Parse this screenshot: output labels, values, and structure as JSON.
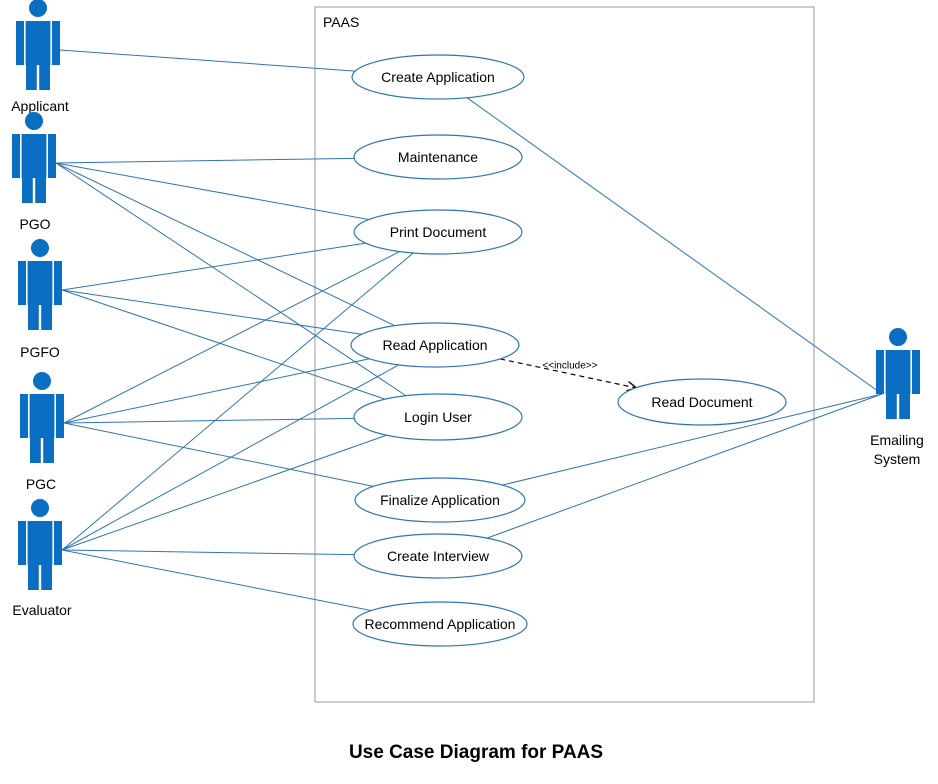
{
  "system": {
    "name": "PAAS"
  },
  "caption": "Use Case Diagram for PAAS",
  "include_label": "<<include>>",
  "actors": [
    {
      "id": "applicant",
      "label": "Applicant",
      "label_lines": [
        "Applicant"
      ]
    },
    {
      "id": "pgo",
      "label": "PGO",
      "label_lines": [
        "PGO"
      ]
    },
    {
      "id": "pgfo",
      "label": "PGFO",
      "label_lines": [
        "PGFO"
      ]
    },
    {
      "id": "pgc",
      "label": "PGC",
      "label_lines": [
        "PGC"
      ]
    },
    {
      "id": "evaluator",
      "label": "Evaluator",
      "label_lines": [
        "Evaluator"
      ]
    },
    {
      "id": "emailing",
      "label": "Emailing System",
      "label_lines": [
        "Emailing",
        "System"
      ]
    }
  ],
  "use_cases": [
    {
      "id": "create-application",
      "label": "Create Application"
    },
    {
      "id": "maintenance",
      "label": "Maintenance"
    },
    {
      "id": "print-document",
      "label": "Print Document"
    },
    {
      "id": "read-application",
      "label": "Read Application"
    },
    {
      "id": "login-user",
      "label": "Login User"
    },
    {
      "id": "finalize-application",
      "label": "Finalize Application"
    },
    {
      "id": "create-interview",
      "label": "Create Interview"
    },
    {
      "id": "recommend-application",
      "label": "Recommend Application"
    },
    {
      "id": "read-document",
      "label": "Read Document"
    }
  ],
  "associations": [
    [
      "applicant",
      "create-application"
    ],
    [
      "pgo",
      "maintenance"
    ],
    [
      "pgo",
      "print-document"
    ],
    [
      "pgo",
      "read-application"
    ],
    [
      "pgo",
      "login-user"
    ],
    [
      "pgfo",
      "print-document"
    ],
    [
      "pgfo",
      "read-application"
    ],
    [
      "pgfo",
      "login-user"
    ],
    [
      "pgc",
      "print-document"
    ],
    [
      "pgc",
      "read-application"
    ],
    [
      "pgc",
      "login-user"
    ],
    [
      "pgc",
      "finalize-application"
    ],
    [
      "evaluator",
      "print-document"
    ],
    [
      "evaluator",
      "read-application"
    ],
    [
      "evaluator",
      "login-user"
    ],
    [
      "evaluator",
      "create-interview"
    ],
    [
      "evaluator",
      "recommend-application"
    ],
    [
      "emailing",
      "create-application"
    ],
    [
      "emailing",
      "finalize-application"
    ],
    [
      "emailing",
      "create-interview"
    ]
  ],
  "includes": [
    [
      "read-application",
      "read-document"
    ]
  ]
}
